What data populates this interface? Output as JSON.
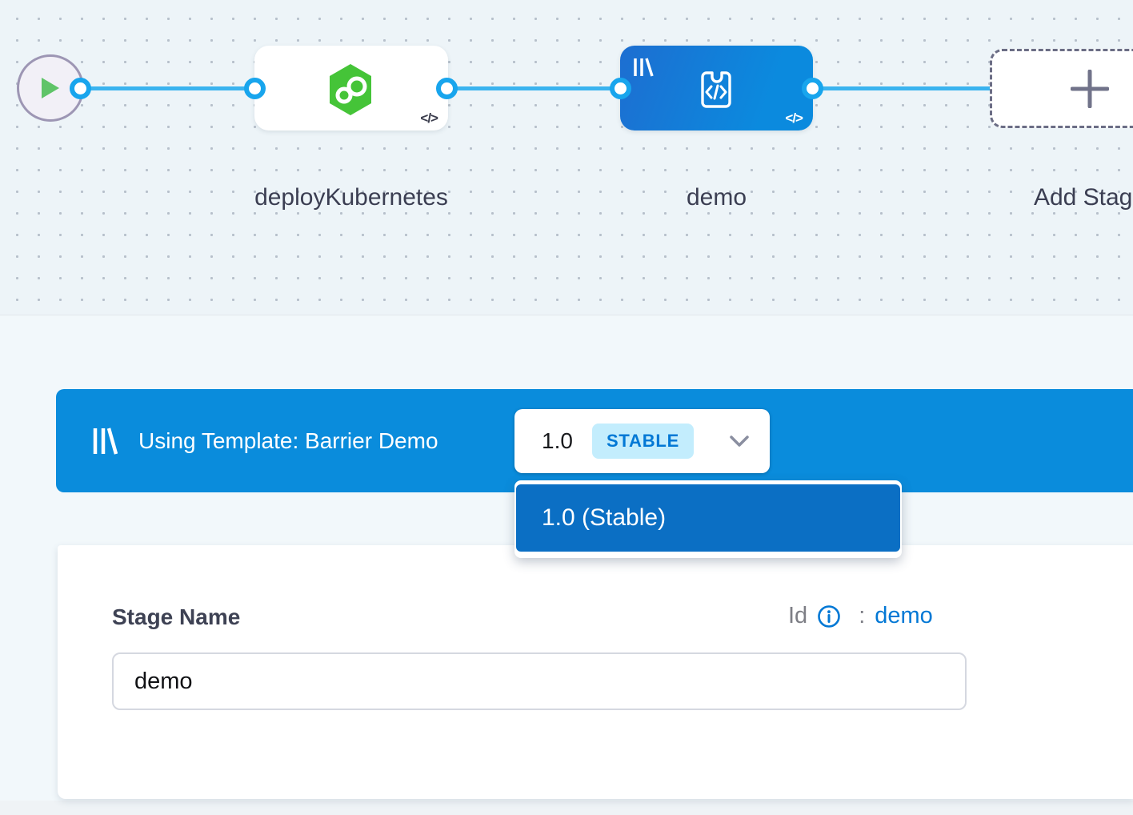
{
  "pipeline": {
    "stages": [
      {
        "label": "deployKubernetes",
        "icon": "kubernetes-deploy-hexagon",
        "code_toggle": "</>"
      },
      {
        "label": "demo",
        "icon": "custom-stage-template",
        "code_toggle": "</>"
      }
    ],
    "add_stage_label": "Add Stage"
  },
  "template_banner": {
    "icon": "template-library",
    "text": "Using Template: Barrier Demo",
    "version": "1.0",
    "version_badge": "STABLE"
  },
  "version_dropdown": {
    "items": [
      {
        "label": "1.0 (Stable)",
        "selected": true
      }
    ]
  },
  "stage_form": {
    "name_label": "Stage Name",
    "name_value": "demo",
    "id_label": "Id",
    "id_separator": ":",
    "id_value": "demo"
  },
  "colors": {
    "banner_blue": "#0a8cdc",
    "selected_item_blue": "#0b6fc4",
    "link_blue": "#0278d5",
    "connector_blue": "#3ab3ef",
    "stage_green": "#45c438"
  }
}
